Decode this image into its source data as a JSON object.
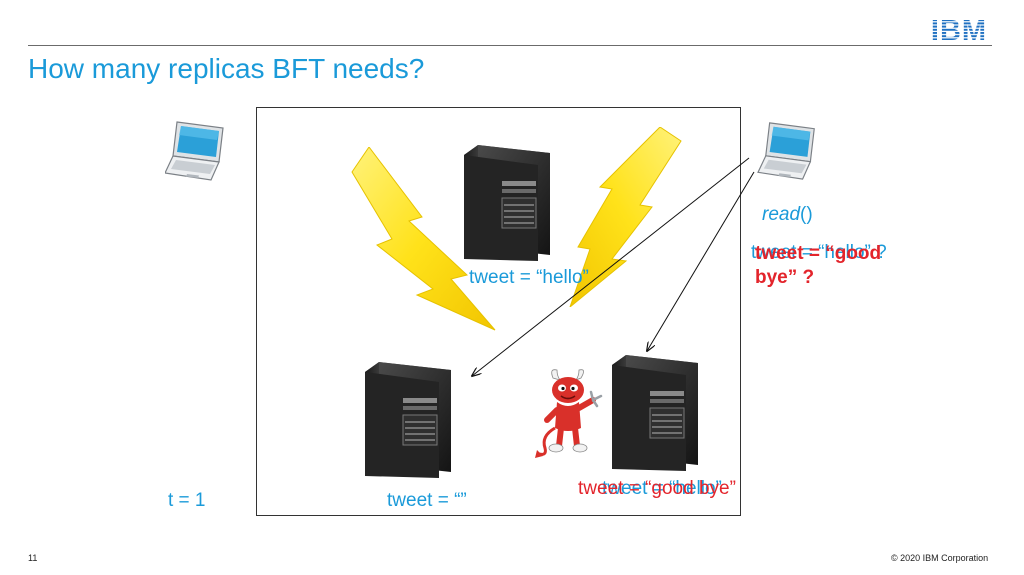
{
  "header": {
    "title": "How many replicas BFT needs?",
    "logo_text": "IBM"
  },
  "diagram": {
    "top_server_label": "tweet = “hello”",
    "left_server_label": "tweet = “”",
    "right_server_label_overlay": "tweet = “hello”",
    "right_server_label": "tweet = “good bye”",
    "client_op": "read",
    "client_op_parens": "()",
    "client_result_overlay": "tweet = “hello” ?",
    "client_result_line1": "tweet = “good",
    "client_result_line2": "bye” ?",
    "time_label": "t = 1"
  },
  "footer": {
    "page_number": "11",
    "copyright": "© 2020 IBM Corporation"
  },
  "colors": {
    "accent_blue": "#1a9ad9",
    "alert_red": "#e3242b"
  },
  "icons": [
    "laptop-icon",
    "lightning-icon",
    "server-icon",
    "devil-icon"
  ]
}
